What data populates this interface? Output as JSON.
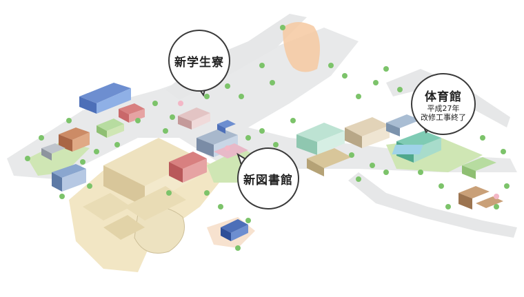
{
  "map": {
    "callouts": {
      "dormitory": {
        "label": "新学生寮"
      },
      "library": {
        "label": "新図書館"
      },
      "gym": {
        "label": "体育館",
        "note_line1": "平成27年",
        "note_line2": "改修工事終了"
      }
    }
  },
  "colors": {
    "road": "#e8e9ea",
    "campus_ground": "#f2e6c4",
    "grass": "#cfe6b4",
    "tree": "#7cc36a",
    "building_tan": "#e9dcb5",
    "building_red": "#c9686a",
    "building_blue": "#4d6fb8",
    "building_teal": "#7fcbb4",
    "pond_blue": "#9fd3e8",
    "sand_orange": "#f6c9a1",
    "bubble_border": "#3a3a3a"
  }
}
